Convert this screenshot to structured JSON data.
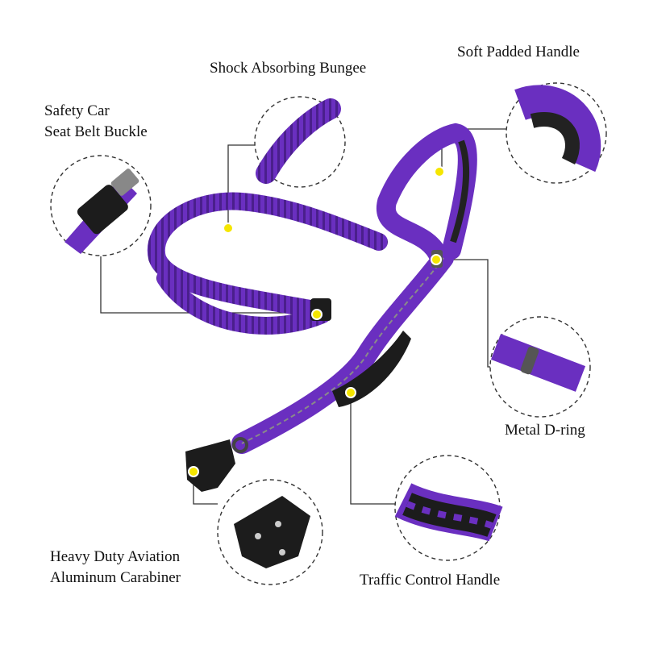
{
  "labels": {
    "shock_absorbing_bungee": "Shock Absorbing Bungee",
    "soft_padded_handle": "Soft Padded Handle",
    "safety_buckle_line1": "Safety Car",
    "safety_buckle_line2": "Seat Belt Buckle",
    "metal_d_ring": "Metal D-ring",
    "carabiner_line1": "Heavy Duty Aviation",
    "carabiner_line2": "Aluminum Carabiner",
    "traffic_control_handle": "Traffic Control Handle"
  },
  "colors": {
    "leash_purple": "#6a2fc0",
    "leash_dark": "#4a1f8c",
    "marker_yellow": "#f5e600",
    "hardware_black": "#1c1c1c",
    "line_gray": "#333333"
  }
}
